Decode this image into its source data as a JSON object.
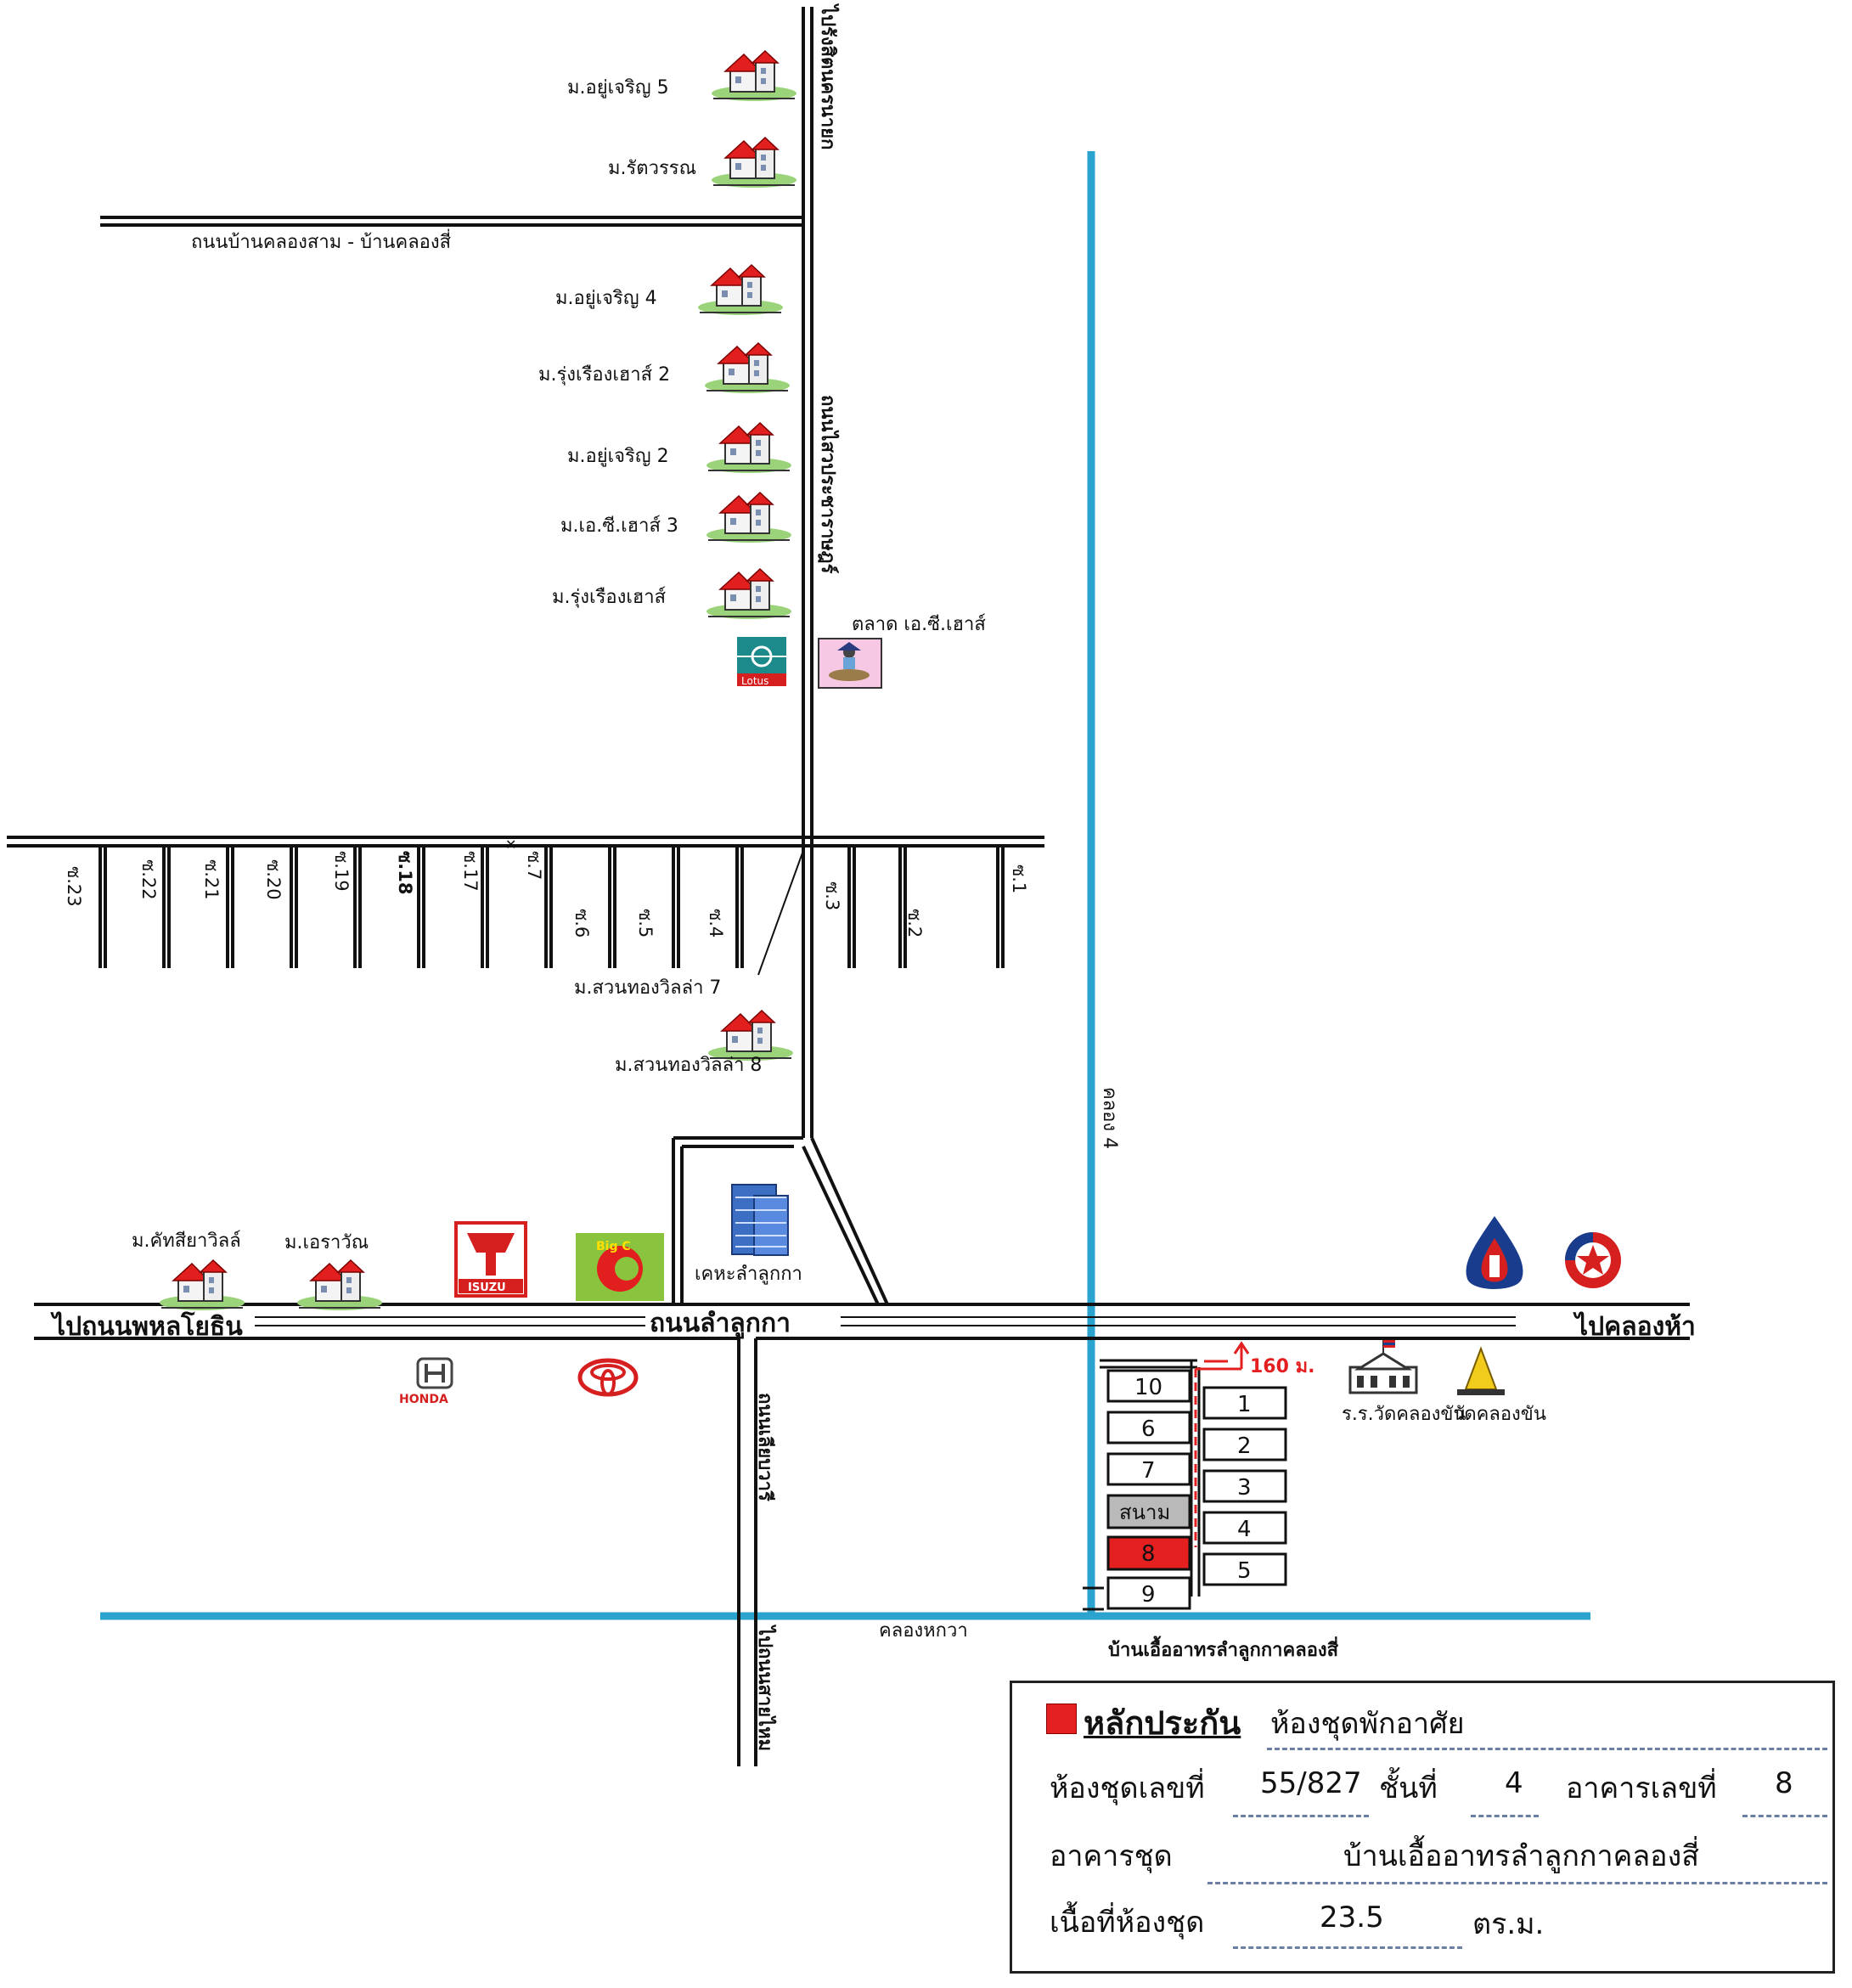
{
  "roads": {
    "top_left": "ไปรังสิตนครนายก",
    "khlong_sam_si": "ถนนบ้านคลองสาม - บ้านคลองสี่",
    "phaisarn": "ถนนไสวประชาราษฎร์",
    "lam_luk_ka": "ถนนลำลูกกา",
    "to_phahon": "ไปถนนพหลโยธิน",
    "to_khlong_ha": "ไปคลองห้า",
    "south_road": "ถนนเลียบวารี",
    "south_road_end": "ไปถนนสายไหม"
  },
  "canals": {
    "khlong_4": "คลอง 4",
    "khlong_hok_wa": "คลองหกวา"
  },
  "villages": [
    {
      "name": "ม.อยู่เจริญ 5"
    },
    {
      "name": "ม.รัตวรรณ"
    },
    {
      "name": "ม.อยู่เจริญ 4"
    },
    {
      "name": "ม.รุ่งเรืองเฮาส์ 2"
    },
    {
      "name": "ม.อยู่เจริญ 2"
    },
    {
      "name": "ม.เอ.ซี.เฮาส์ 3"
    },
    {
      "name": "ม.รุ่งเรืองเฮาส์"
    },
    {
      "name": "ม.สวนทองวิลล่า 7"
    },
    {
      "name": "ม.สวนทองวิลล่า 8"
    },
    {
      "name": "ม.คัทสียาวิลล์"
    },
    {
      "name": "ม.เอราวัณ"
    }
  ],
  "landmarks": {
    "market": "ตลาด เอ.ซี.เฮาส์",
    "lotus_logo": "Lotus",
    "housing": "เคหะลำลูกกา",
    "isuzu": "ISUZU",
    "bigc": "Big C",
    "honda": "HONDA",
    "school": "ร.ร.วัดคลองขัน",
    "temple": "วัดคลองขัน",
    "distance": "160 ม.",
    "project": "บ้านเอื้ออาทรลำลูกกาคลองสี่"
  },
  "sois": [
    "ซ.23",
    "ซ.22",
    "ซ.21",
    "ซ.20",
    "ซ.19",
    "ซ.18",
    "ซ.17",
    "ซ.7",
    "ซ.6",
    "ซ.5",
    "ซ.4",
    "ซ.3",
    "ซ.2",
    "ซ.1"
  ],
  "buildings": {
    "left_column": [
      "10",
      "6",
      "7",
      "สนาม",
      "8",
      "9"
    ],
    "right_column": [
      "1",
      "2",
      "3",
      "4",
      "5"
    ],
    "highlighted": "8"
  },
  "colors": {
    "canal": "#2aa3cf",
    "highlight": "#e41f1f",
    "field": "#b9b9b9",
    "road": "#111111"
  },
  "legend": {
    "title": "หลักประกัน",
    "type": "ห้องชุดพักอาศัย",
    "unit_label": "ห้องชุดเลขที่",
    "unit_no": "55/827",
    "floor_label": "ชั้นที่",
    "floor_no": "4",
    "building_label": "อาคารเลขที่",
    "building_no": "8",
    "project_label": "อาคารชุด",
    "project_name": "บ้านเอื้ออาทรลำลูกกาคลองสี่",
    "area_label": "เนื้อที่ห้องชุด",
    "area_value": "23.5",
    "area_unit": "ตร.ม."
  }
}
